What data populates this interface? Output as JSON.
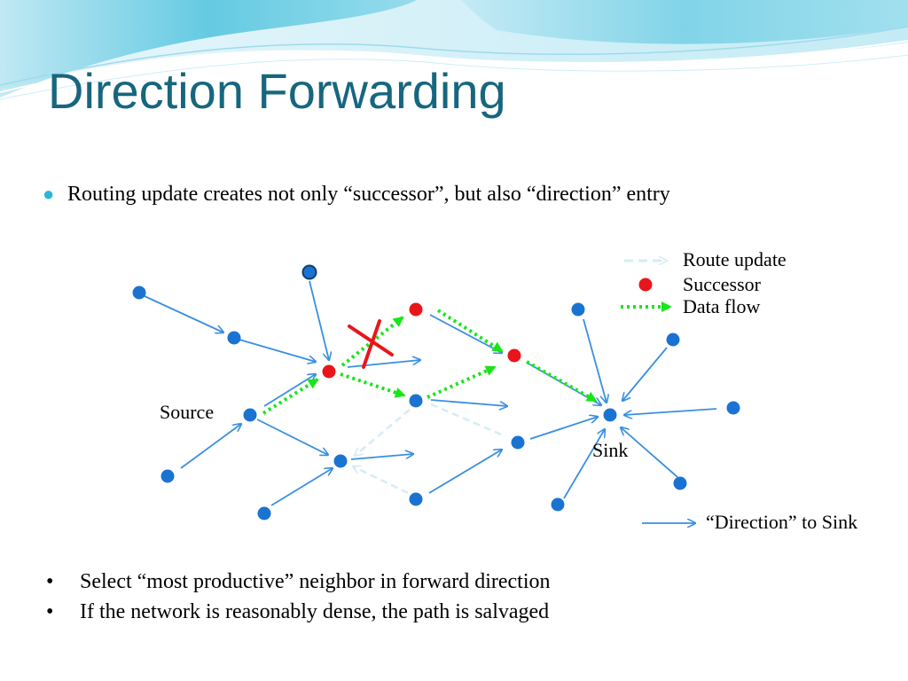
{
  "slide": {
    "title": "Direction Forwarding",
    "bullet": "Routing update creates not only “successor”, but also “direction” entry",
    "points": [
      "Select “most productive” neighbor in forward direction",
      "If the network is reasonably dense, the path is salvaged"
    ]
  },
  "diagram": {
    "labels": {
      "source": "Source",
      "sink": "Sink"
    },
    "legend": {
      "route_update": "Route update",
      "successor": "Successor",
      "data_flow": "Data flow",
      "direction": "“Direction” to Sink"
    },
    "colors": {
      "node": "#1b73d1",
      "successor": "#e8161b",
      "direction_arrow": "#3a8fe0",
      "route_update": "#d6ecf4",
      "data_flow": "#19e619",
      "broken_link": "#e8161b",
      "title": "#17667f"
    }
  }
}
